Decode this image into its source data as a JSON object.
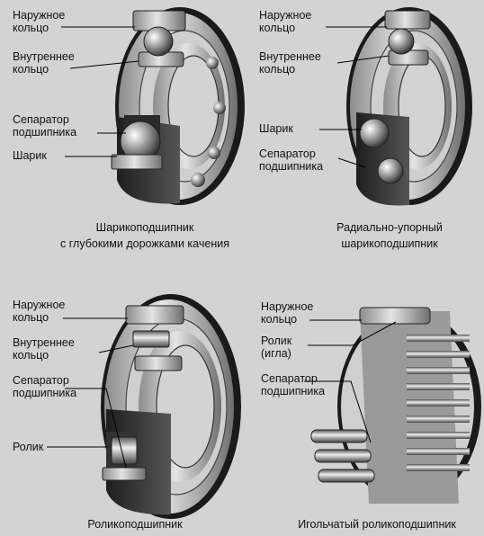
{
  "panels": [
    {
      "labels": [
        "Наружное\nкольцо",
        "Внутреннее\nкольцо",
        "Сепаратор\nподшипника",
        "Шарик"
      ],
      "caption": "Шарикоподшипник\nс глубокими дорожками качения"
    },
    {
      "labels": [
        "Наружное\nкольцо",
        "Внутреннее\nкольцо",
        "Шарик",
        "Сепаратор\nподшипника"
      ],
      "caption": "Радиально-упорный\nшарикоподшипник"
    },
    {
      "labels": [
        "Наружное\nкольцо",
        "Внутреннее\nкольцо",
        "Сепаратор\nподшипника",
        "Ролик"
      ],
      "caption": "Роликоподшипник"
    },
    {
      "labels": [
        "Наружное\nкольцо",
        "Ролик\n(игла)",
        "Сепаратор\nподшипника"
      ],
      "caption": "Игольчатый роликоподшипник"
    }
  ]
}
